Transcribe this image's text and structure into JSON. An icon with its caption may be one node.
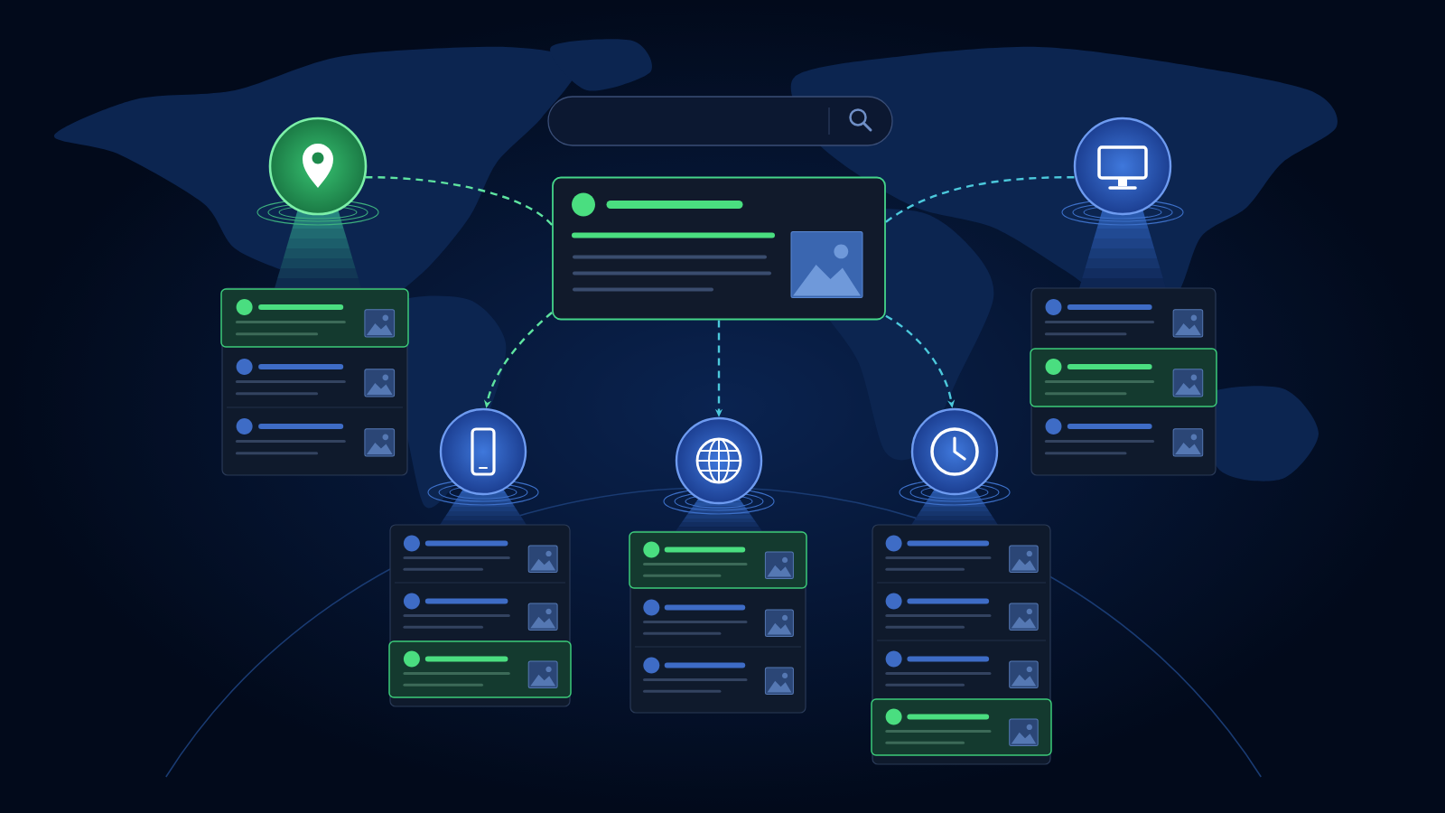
{
  "diagram": {
    "nodes": [
      {
        "text": [],
        "shape": "circle"
      },
      {
        "text": [],
        "shape": "box"
      },
      {
        "text": [],
        "shape": "circle"
      },
      {
        "text": [],
        "shape": "circle"
      },
      {
        "text": [],
        "shape": "circle"
      },
      {
        "text": [],
        "shape": "circle"
      }
    ],
    "edges": [
      {
        "from": 1,
        "to": 0,
        "arrow": "none",
        "style": "dashed",
        "color": "#5ee3a0"
      },
      {
        "from": 1,
        "to": 2,
        "arrow": "none",
        "style": "dashed"
      },
      {
        "from": 1,
        "to": 3,
        "arrow": "to",
        "style": "dashed",
        "color": "#5ee3a0"
      },
      {
        "from": 1,
        "to": 4,
        "arrow": "to",
        "style": "dashed"
      },
      {
        "from": 1,
        "to": 5,
        "arrow": "to",
        "style": "dashed"
      }
    ]
  }
}
